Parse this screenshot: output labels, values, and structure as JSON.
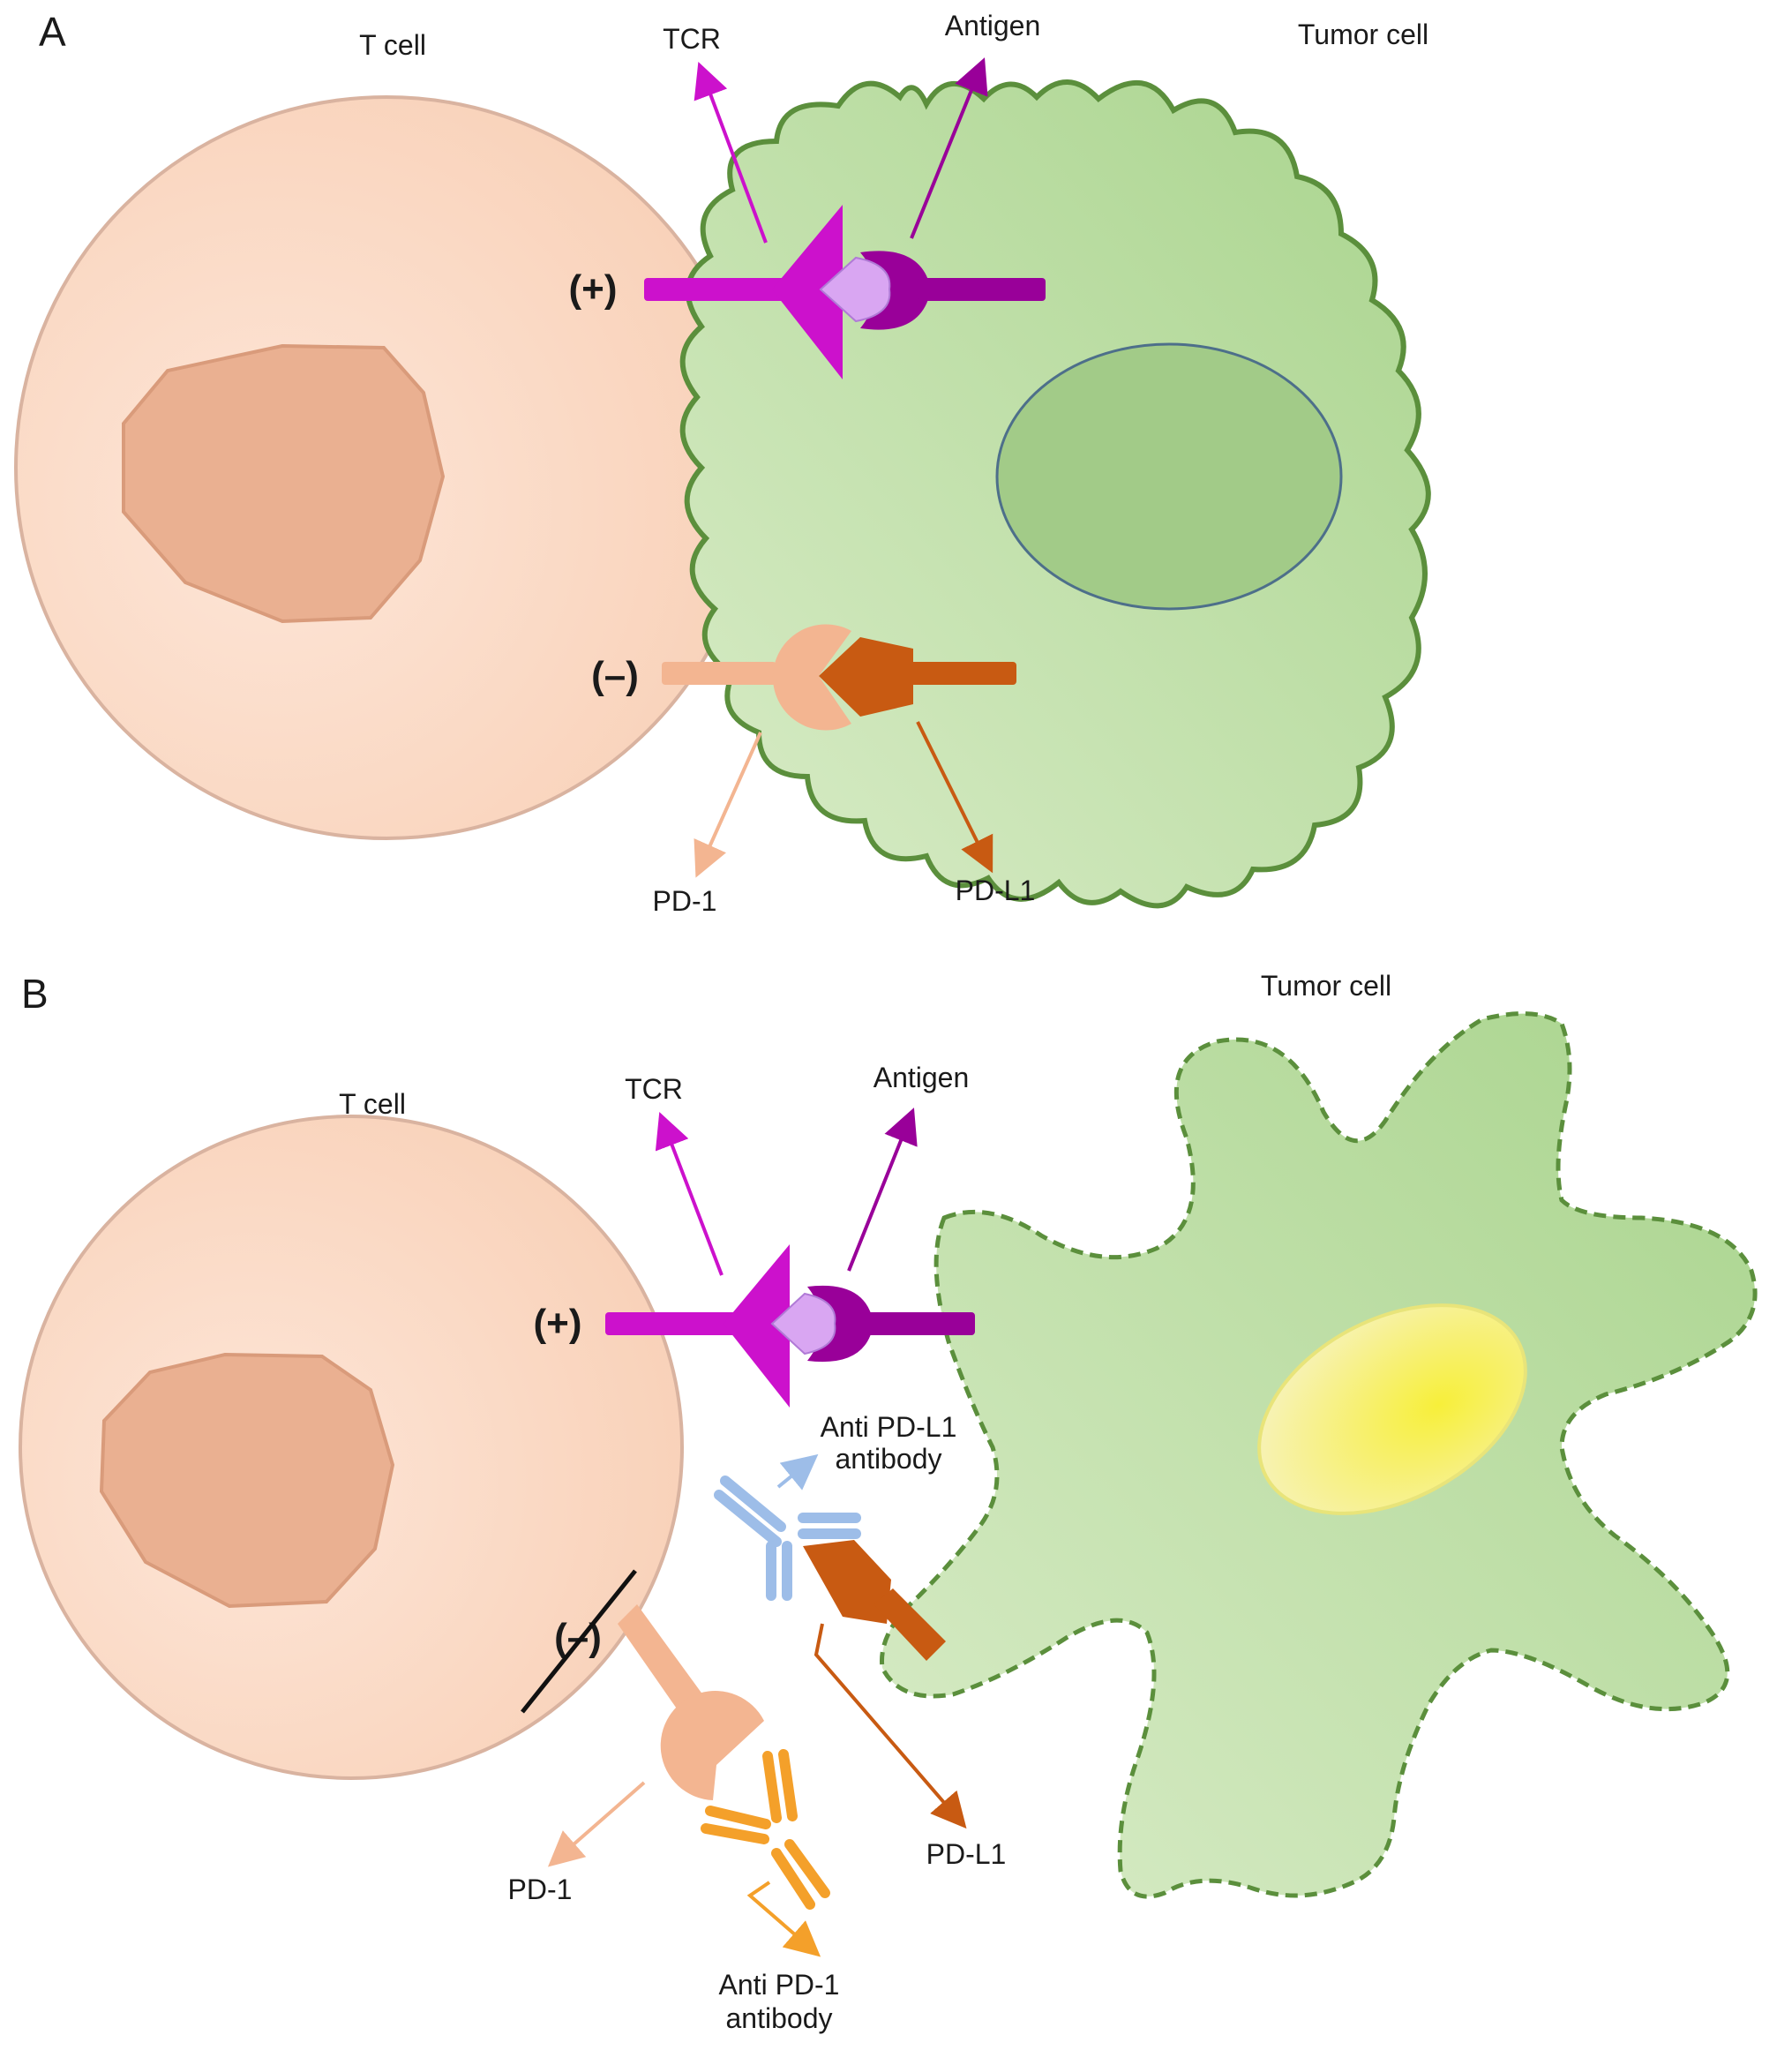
{
  "panels": [
    {
      "panel_label": "A",
      "t_cell_label": "T cell",
      "tumor_cell_label": "Tumor cell",
      "tcr_label": "TCR",
      "antigen_label": "Antigen",
      "positive_sign": "(+)",
      "negative_sign": "(–)",
      "pd1_label": "PD-1",
      "pdl1_label": "PD-L1"
    },
    {
      "panel_label": "B",
      "t_cell_label": "T cell",
      "tumor_cell_label": "Tumor cell",
      "tcr_label": "TCR",
      "antigen_label": "Antigen",
      "positive_sign": "(+)",
      "negative_sign": "(–)",
      "pd1_label": "PD-1",
      "pdl1_label": "PD-L1",
      "anti_pdl1_label_line1": "Anti PD-L1",
      "anti_pdl1_label_line2": "antibody",
      "anti_pd1_label_line1": "Anti PD-1",
      "anti_pd1_label_line2": "antibody"
    }
  ],
  "colors": {
    "t_cell_fill": "#fbd9c4",
    "t_cell_nucleus": "#e9ad8f",
    "tumor_cell_fill": "#bfe0a8",
    "tumor_cell_border": "#5b8f3c",
    "tumor_nucleus_a": "#9fca86",
    "tumor_nucleus_b": "#f2f08a",
    "tcr": "#cc11cc",
    "antigen_receptor": "#990099",
    "antigen": "#d9a6f2",
    "pd1": "#f3b591",
    "pdl1": "#c85a12",
    "anti_pdl1_antibody": "#9dbde8",
    "anti_pd1_antibody": "#f4a02a"
  }
}
